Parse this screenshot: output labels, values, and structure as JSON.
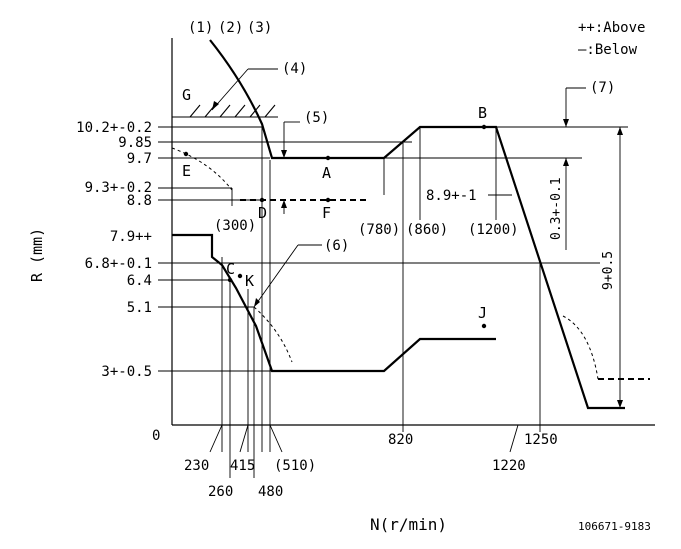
{
  "legend": {
    "above": "++:Above",
    "below": "—:Below"
  },
  "axes": {
    "y_label": "R (mm)",
    "x_label": "N(r/min)",
    "origin": "0"
  },
  "doc_id": "106671-9183",
  "callouts": {
    "c1": "(1)",
    "c2": "(2)",
    "c3": "(3)",
    "c4": "(4)",
    "c5": "(5)",
    "c6": "(6)",
    "c7": "(7)"
  },
  "y_ticks": {
    "t102": "10.2+-0.2",
    "t985": "9.85",
    "t97": "9.7",
    "t93": "9.3+-0.2",
    "t88": "8.8",
    "t79": "7.9++",
    "t68": "6.8+-0.1",
    "t64": "6.4",
    "t51": "5.1",
    "t3": "3+-0.5"
  },
  "x_ticks": {
    "x230": "230",
    "x260": "260",
    "x415": "415",
    "x480": "480",
    "x510": "(510)",
    "x820": "820",
    "x1220": "1220",
    "x1250": "1250"
  },
  "inline_labels": {
    "l300": "(300)",
    "l780": "(780)",
    "l860": "(860)",
    "l1200": "(1200)",
    "l89": "8.9+-1",
    "l03": "0.3+-0.1",
    "l9": "9+0.5"
  },
  "points": {
    "A": "A",
    "B": "B",
    "C": "C",
    "D": "D",
    "E": "E",
    "F": "F",
    "G": "G",
    "J": "J",
    "K": "K"
  }
}
